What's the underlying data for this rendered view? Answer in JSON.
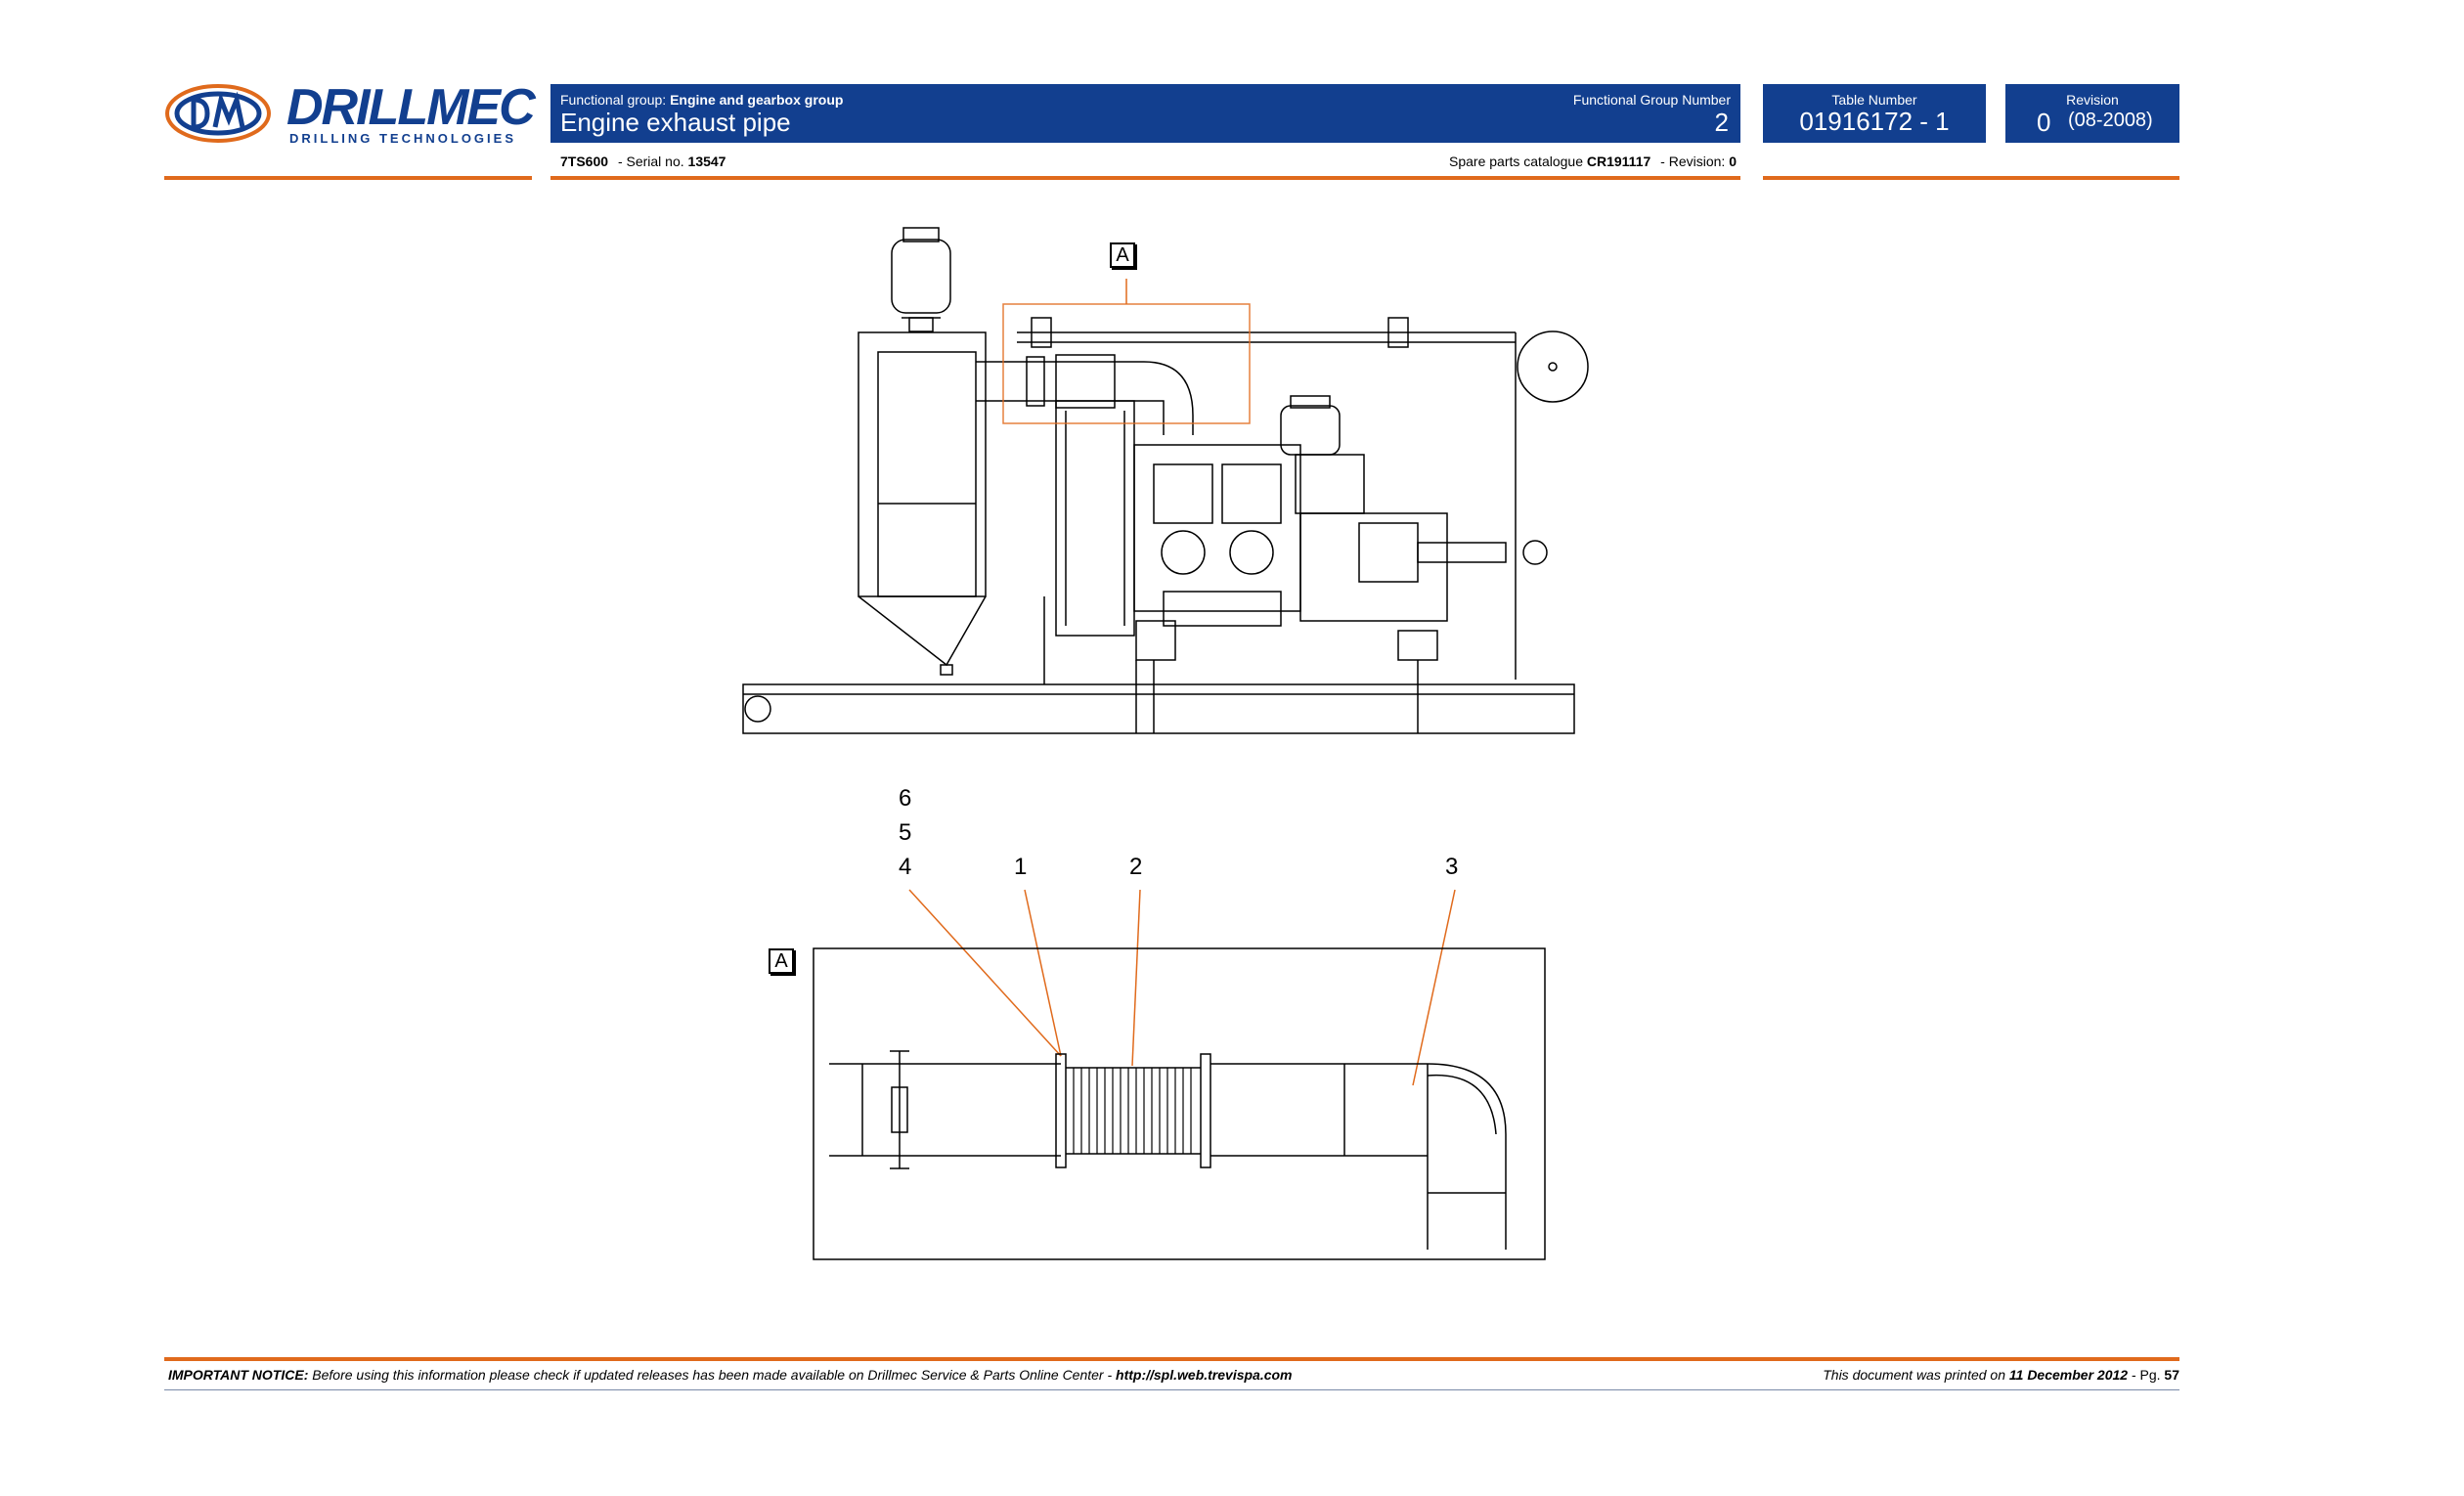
{
  "logo": {
    "brand": "DRILLMEC",
    "tagline": "DRILLING TECHNOLOGIES"
  },
  "header": {
    "group_prefix": "Functional group:",
    "group_name": "Engine and gearbox group",
    "title": "Engine exhaust pipe",
    "fg_number_label": "Functional Group Number",
    "fg_number": "2",
    "model": "7TS600",
    "serial_label": "- Serial no.",
    "serial": "13547",
    "catalogue_label": "Spare parts catalogue",
    "catalogue": "CR191117",
    "catalogue_rev_label": "- Revision:",
    "catalogue_rev": "0",
    "table_label": "Table Number",
    "table_number": "01916172 - 1",
    "revision_label": "Revision",
    "revision_number": "0",
    "revision_date": "(08-2008)"
  },
  "drawing": {
    "detail_marker": "A",
    "callouts": [
      "6",
      "5",
      "4",
      "1",
      "2",
      "3"
    ]
  },
  "footer": {
    "notice_label": "IMPORTANT NOTICE:",
    "notice_text": "Before using this information please check if updated releases has been made available on Drillmec Service & Parts Online Center -",
    "notice_url": "http://spl.web.trevispa.com",
    "printed_label": "This document was printed on",
    "printed_date": "11 December 2012",
    "page_label": "- Pg.",
    "page_number": "57"
  },
  "colors": {
    "brand_blue": "#123f8f",
    "accent_orange": "#e06a1c"
  }
}
